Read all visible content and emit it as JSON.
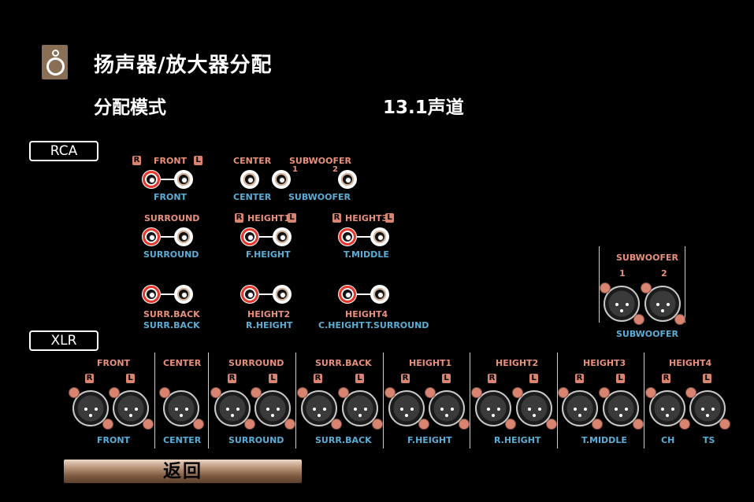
{
  "header": {
    "title": "扬声器/放大器分配",
    "mode_label": "分配模式",
    "mode_value": "13.1声道"
  },
  "rca": {
    "label": "RCA",
    "badge_r": "R",
    "badge_l": "L",
    "front_top": "FRONT",
    "front_bottom": "FRONT",
    "center_top": "CENTER",
    "center_bottom": "CENTER",
    "subwoofer_top": "SUBWOOFER",
    "subwoofer_bottom": "SUBWOOFER",
    "sub_1": "1",
    "sub_2": "2",
    "surround_top": "SURROUND",
    "surround_bottom": "SURROUND",
    "height1_top": "HEIGHT1",
    "fheight_bottom": "F.HEIGHT",
    "height3_top": "HEIGHT3",
    "tmiddle_bottom": "T.MIDDLE",
    "surrback_top": "SURR.BACK",
    "surrback_bottom": "SURR.BACK",
    "height2_top": "HEIGHT2",
    "rheight_bottom": "R.HEIGHT",
    "height4_top": "HEIGHT4",
    "cheight_bottom": "C.HEIGHT",
    "tsurround_bottom": "T.SURROUND"
  },
  "sub_xlr": {
    "title": "SUBWOOFER",
    "n1": "1",
    "n2": "2",
    "bottom": "SUBWOOFER"
  },
  "xlr": {
    "label": "XLR",
    "badge_r": "R",
    "badge_l": "L",
    "groups": [
      {
        "top": "FRONT",
        "bottom": "FRONT"
      },
      {
        "top": "CENTER",
        "bottom": "CENTER"
      },
      {
        "top": "SURROUND",
        "bottom": "SURROUND"
      },
      {
        "top": "SURR.BACK",
        "bottom": "SURR.BACK"
      },
      {
        "top": "HEIGHT1",
        "bottom": "F.HEIGHT"
      },
      {
        "top": "HEIGHT2",
        "bottom": "R.HEIGHT"
      },
      {
        "top": "HEIGHT3",
        "bottom": "T.MIDDLE"
      },
      {
        "top": "HEIGHT4",
        "bottom_left": "CH",
        "bottom_right": "TS"
      }
    ]
  },
  "back_button": "返回"
}
